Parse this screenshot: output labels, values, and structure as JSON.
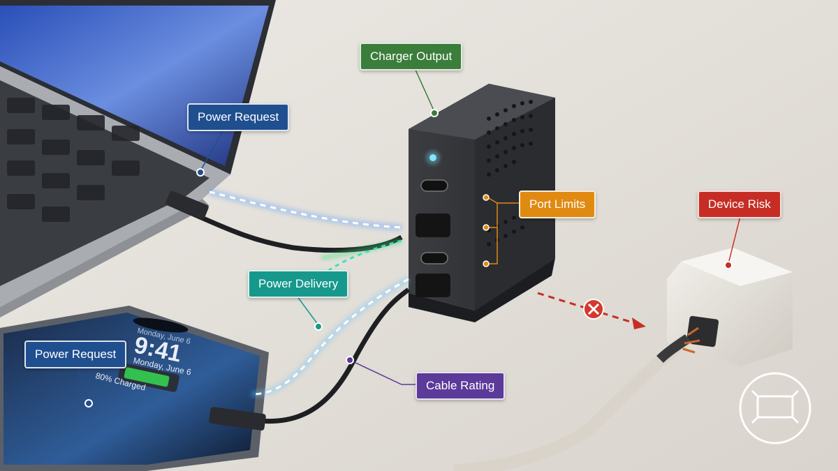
{
  "labels": {
    "charger_output": "Charger Output",
    "power_request_laptop": "Power Request",
    "port_limits": "Port Limits",
    "device_risk": "Device Risk",
    "power_delivery": "Power Delivery",
    "power_request_phone": "Power Request",
    "cable_rating": "Cable Rating"
  },
  "phone_screen": {
    "date": "Monday, June 6",
    "time": "9:41",
    "subdate": "Monday, June 6",
    "charge_status": "80% Charged"
  },
  "colors": {
    "request_blue": "#1f4f8f",
    "output_green": "#3b7d3a",
    "limits_orange": "#e08a12",
    "risk_red": "#c62e25",
    "delivery_teal": "#16988c",
    "cable_purple": "#5b3a99"
  },
  "icons": [
    "charger-icon",
    "cross-icon",
    "device-badge-icon"
  ]
}
